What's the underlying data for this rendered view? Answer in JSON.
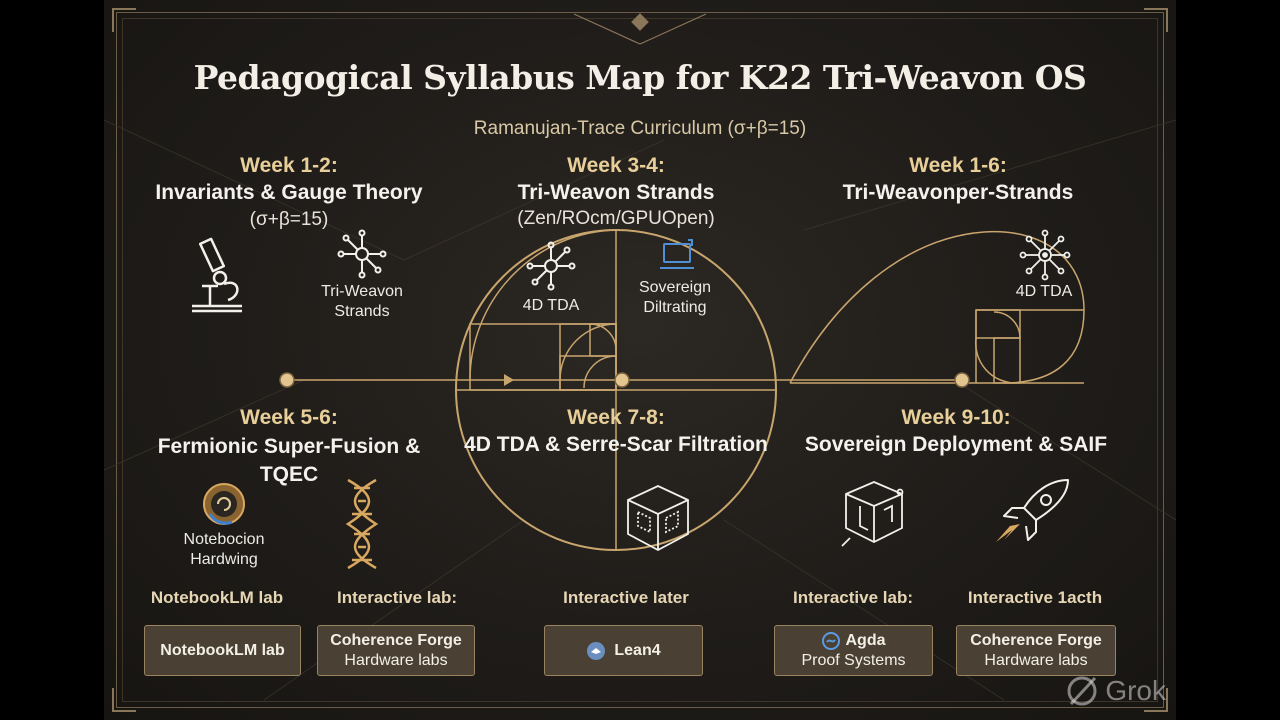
{
  "title": "Pedagogical Syllabus Map for K22 Tri-Weavon OS",
  "subtitle": "Ramanujan-Trace Curriculum (σ+β=15)",
  "modules": {
    "w12": {
      "week": "Week 1-2:",
      "topic": "Invariants & Gauge Theory",
      "paren": "(σ+β=15)",
      "icon_label_lines": [
        "Tri-Weavon",
        "Strands"
      ]
    },
    "w34": {
      "week": "Week 3-4:",
      "topic": "Tri-Weavon Strands",
      "paren": "(Zen/ROcm/GPUOpen)",
      "icon_label_a": "4D TDA",
      "icon_label_b_lines": [
        "Sovereign",
        "Diltrating"
      ]
    },
    "w16": {
      "week": "Week 1-6:",
      "topic": "Tri-Weavonper-Strands",
      "icon_label": "4D TDA"
    },
    "w56": {
      "week": "Week 5-6:",
      "topic_lines": [
        "Fermionic Super-Fusion &",
        "TQEC"
      ],
      "icon_label_lines": [
        "Notebocion",
        "Hardwing"
      ]
    },
    "w78": {
      "week": "Week 7-8:",
      "topic": "4D TDA & Serre-Scar Filtration"
    },
    "w910": {
      "week": "Week 9-10:",
      "topic": "Sovereign Deployment & SAIF"
    }
  },
  "labs": [
    {
      "heading": "NotebookLM lab",
      "button_lines": [
        "NotebookLM lab"
      ],
      "icon": ""
    },
    {
      "heading": "Interactive lab:",
      "button_lines": [
        "Coherence Forge",
        "Hardware labs"
      ],
      "icon": ""
    },
    {
      "heading": "Interactive later",
      "button_lines": [
        "Lean4"
      ],
      "icon": "lean-logo-icon"
    },
    {
      "heading": "Interactive lab:",
      "button_lines": [
        "Agda",
        "Proof Systems"
      ],
      "icon": "agda-logo-icon"
    },
    {
      "heading": "Interactive 1acth",
      "button_lines": [
        "Coherence Forge",
        "Hardware labs"
      ],
      "icon": ""
    }
  ],
  "watermark": "Grok",
  "colors": {
    "gold": "#c9a56e",
    "accent_text": "#e8cf9a",
    "background": "#1f1c19",
    "button": "#4a4034"
  }
}
